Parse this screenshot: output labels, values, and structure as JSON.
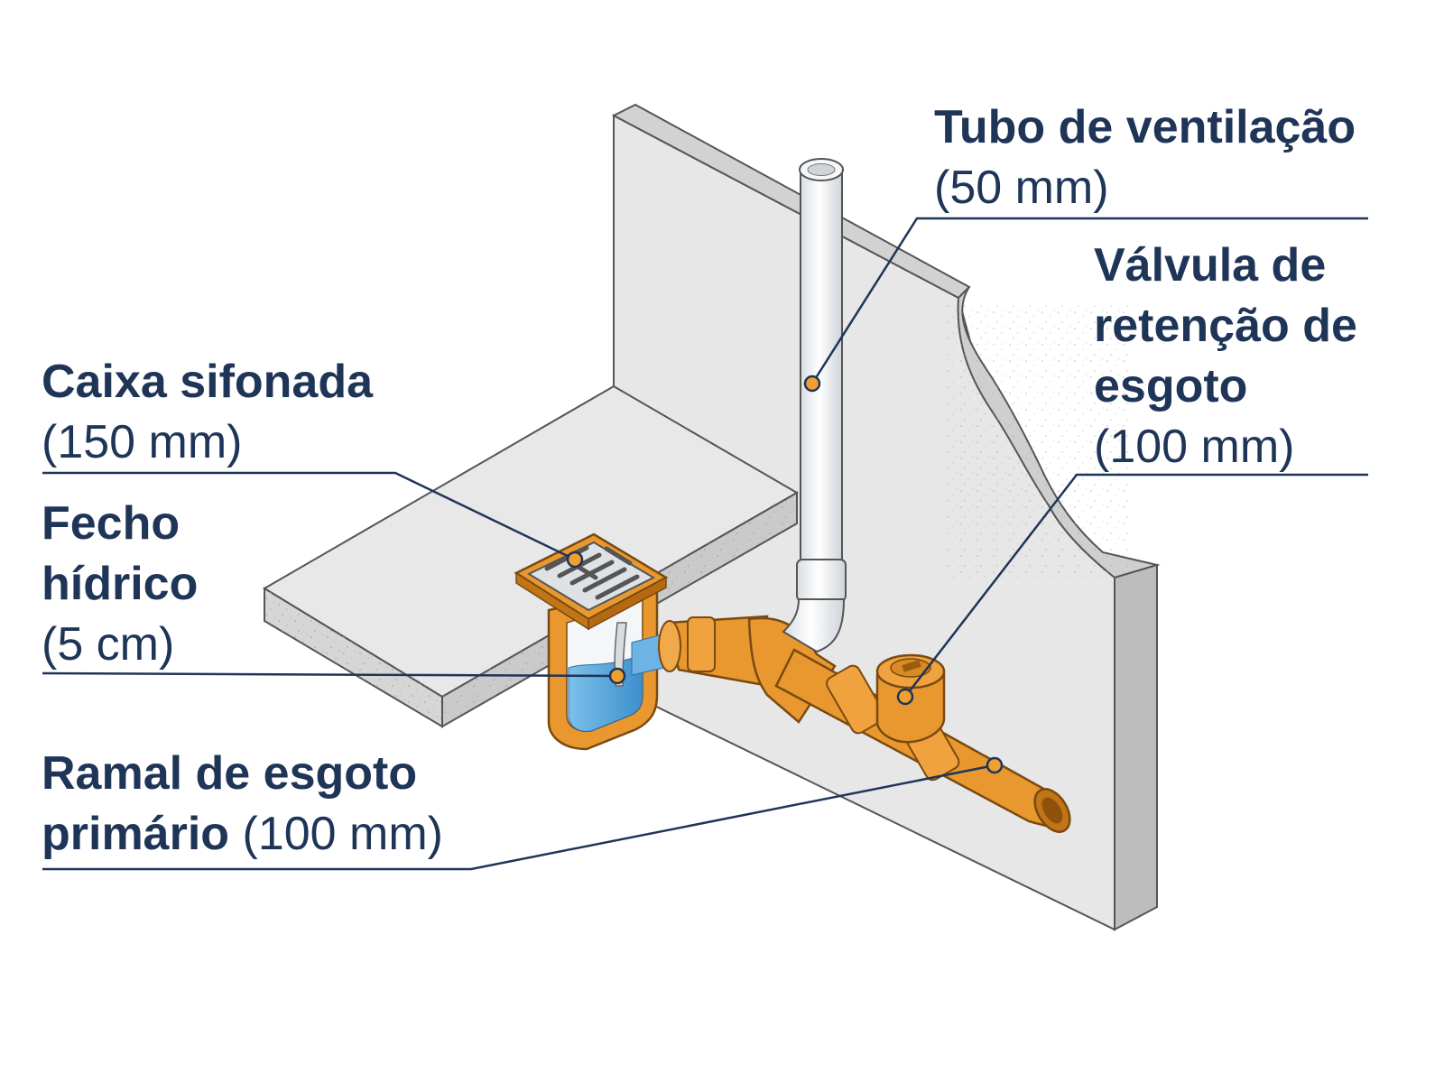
{
  "colors": {
    "label_text": "#1f3558",
    "leader_line": "#1f3558",
    "pipe_orange": "#e8982f",
    "pipe_orange_dark": "#c27416",
    "concrete": "#e6e6e6",
    "concrete_dark": "#c9c9c9",
    "vent_pipe": "#f2f4f6",
    "water": "#4a9fd8",
    "marker": "#f0a030"
  },
  "labels": {
    "vent": {
      "title": "Tubo de ventilação",
      "size": "(50 mm)"
    },
    "valve": {
      "line1": "Válvula de",
      "line2": "retenção de",
      "line3": "esgoto",
      "size": "(100 mm)"
    },
    "trap_box": {
      "title": "Caixa sifonada",
      "size": "(150 mm)"
    },
    "water_seal": {
      "line1": "Fecho",
      "line2": "hídrico",
      "size": "(5 cm)"
    },
    "branch": {
      "line1": "Ramal de esgoto",
      "line2": "primário",
      "size": "(100 mm)"
    }
  }
}
